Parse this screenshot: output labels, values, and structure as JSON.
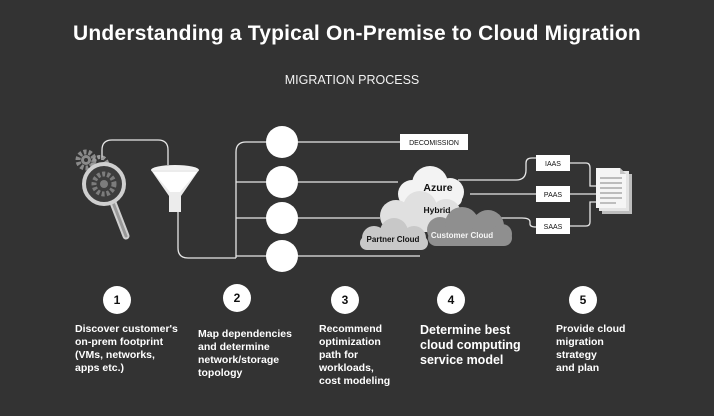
{
  "title": "Understanding a Typical On-Premise to Cloud Migration",
  "subtitle": "MIGRATION PROCESS",
  "boxes": {
    "decommission": "DECOMISSION",
    "iaas": "IAAS",
    "paas": "PAAS",
    "saas": "SAAS"
  },
  "clouds": {
    "azure": "Azure",
    "hybrid": "Hybrid",
    "partner": "Partner Cloud",
    "customer": "Customer Cloud"
  },
  "steps": [
    {
      "number": "1",
      "text": "Discover customer's\non-prem footprint\n(VMs, networks,\napps etc.)"
    },
    {
      "number": "2",
      "text": "Map dependencies\nand determine\nnetwork/storage\ntopology"
    },
    {
      "number": "3",
      "text": "Recommend\noptimization\npath for\nworkloads,\ncost modeling"
    },
    {
      "number": "4",
      "text": "Determine best\ncloud computing\nservice model"
    },
    {
      "number": "5",
      "text": "Provide cloud\nmigration\n strategy\nand plan"
    }
  ],
  "icons": [
    "gears-icon",
    "magnifier-icon",
    "funnel-icon",
    "document-icon"
  ]
}
